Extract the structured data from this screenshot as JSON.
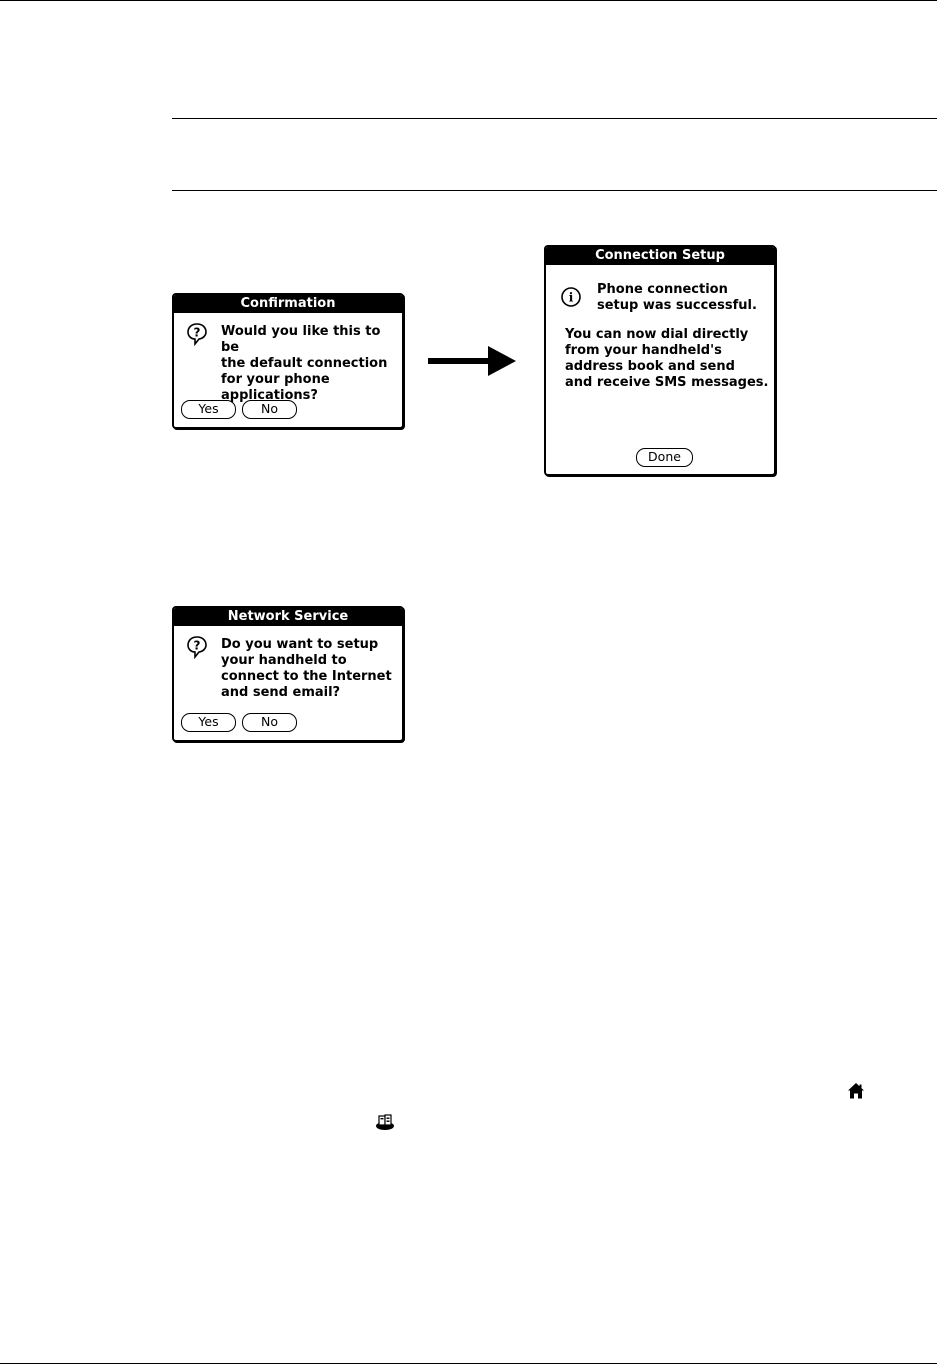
{
  "confirmation_dialog": {
    "title": "Confirmation",
    "icon": "question-icon",
    "message": "Would you like this to be\nthe default connection\nfor your phone\napplications?",
    "yes_label": "Yes",
    "no_label": "No"
  },
  "connection_setup_dialog": {
    "title": "Connection Setup",
    "icon": "info-icon",
    "message_primary": "Phone connection\nsetup was successful.",
    "message_secondary": "You can now dial directly\nfrom your handheld's\naddress book and send\nand receive SMS messages.",
    "done_label": "Done"
  },
  "network_service_dialog": {
    "title": "Network Service",
    "icon": "question-icon",
    "message": "Do you want to setup\nyour handheld to\nconnect to the Internet\nand send email?",
    "yes_label": "Yes",
    "no_label": "No"
  },
  "inline_icons": [
    "home-icon",
    "phonebook-icon"
  ]
}
